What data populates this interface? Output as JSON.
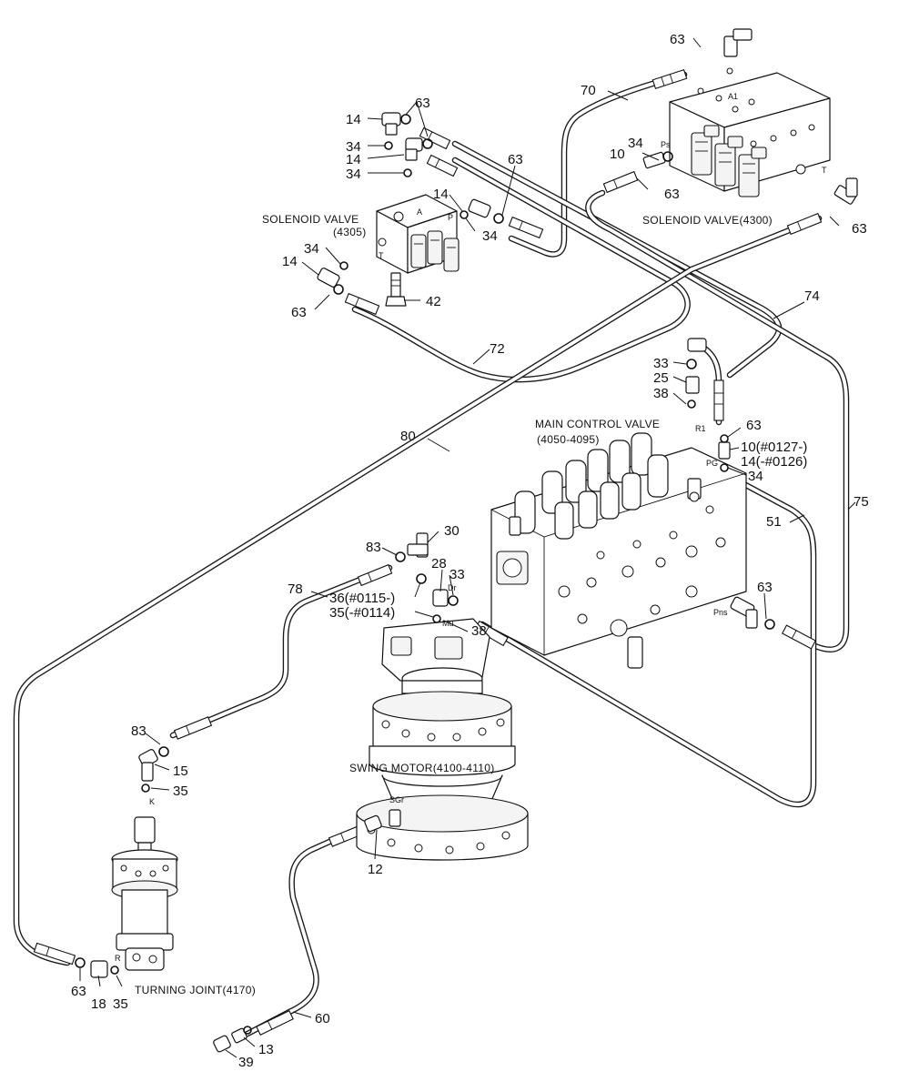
{
  "assemblies": {
    "solenoid_valve_4305": {
      "name": "SOLENOID VALVE",
      "code": "(4305)"
    },
    "solenoid_valve_4300": {
      "name": "SOLENOID VALVE(4300)"
    },
    "main_control_valve": {
      "name": "MAIN CONTROL VALVE",
      "code": "(4050-4095)"
    },
    "swing_motor": {
      "name": "SWING MOTOR(4100-4110)"
    },
    "turning_joint": {
      "name": "TURNING JOINT(4170)"
    }
  },
  "ports": {
    "a1": "A1",
    "ps": "Ps",
    "t_4300": "T",
    "a_4305": "A",
    "p_4305": "P",
    "t_4305": "T",
    "r1": "R1",
    "pg": "PG",
    "pns": "Pns",
    "dr": "Dr",
    "mu": "Mu",
    "sgr": "SGr",
    "k": "K",
    "r": "R"
  },
  "callouts": {
    "c63_top": "63",
    "c70": "70",
    "c14_a": "14",
    "c63_b": "63",
    "c34_a": "34",
    "c14_b": "14",
    "c34_b": "34",
    "c63_c": "63",
    "c10_a": "10",
    "c34_c": "34",
    "c63_d": "63",
    "c14_c": "14",
    "c34_d": "34",
    "c63_e": "63",
    "c34_e": "34",
    "c14_d": "14",
    "c63_f": "63",
    "c42": "42",
    "c74": "74",
    "c72": "72",
    "c33_a": "33",
    "c25": "25",
    "c38_a": "38",
    "c80": "80",
    "c63_g": "63",
    "c10_b": "10(#0127-)",
    "c14_e": "14(-#0126)",
    "c34_f": "34",
    "c75": "75",
    "c51": "51",
    "c30": "30",
    "c83_a": "83",
    "c28": "28",
    "c33_b": "33",
    "c78": "78",
    "c36": "36(#0115-)",
    "c35_a": "35(-#0114)",
    "c38_b": "38",
    "c63_h": "63",
    "c83_b": "83",
    "c15": "15",
    "c35_b": "35",
    "c12": "12",
    "c63_i": "63",
    "c18": "18",
    "c35_c": "35",
    "c60": "60",
    "c39": "39",
    "c13": "13"
  }
}
